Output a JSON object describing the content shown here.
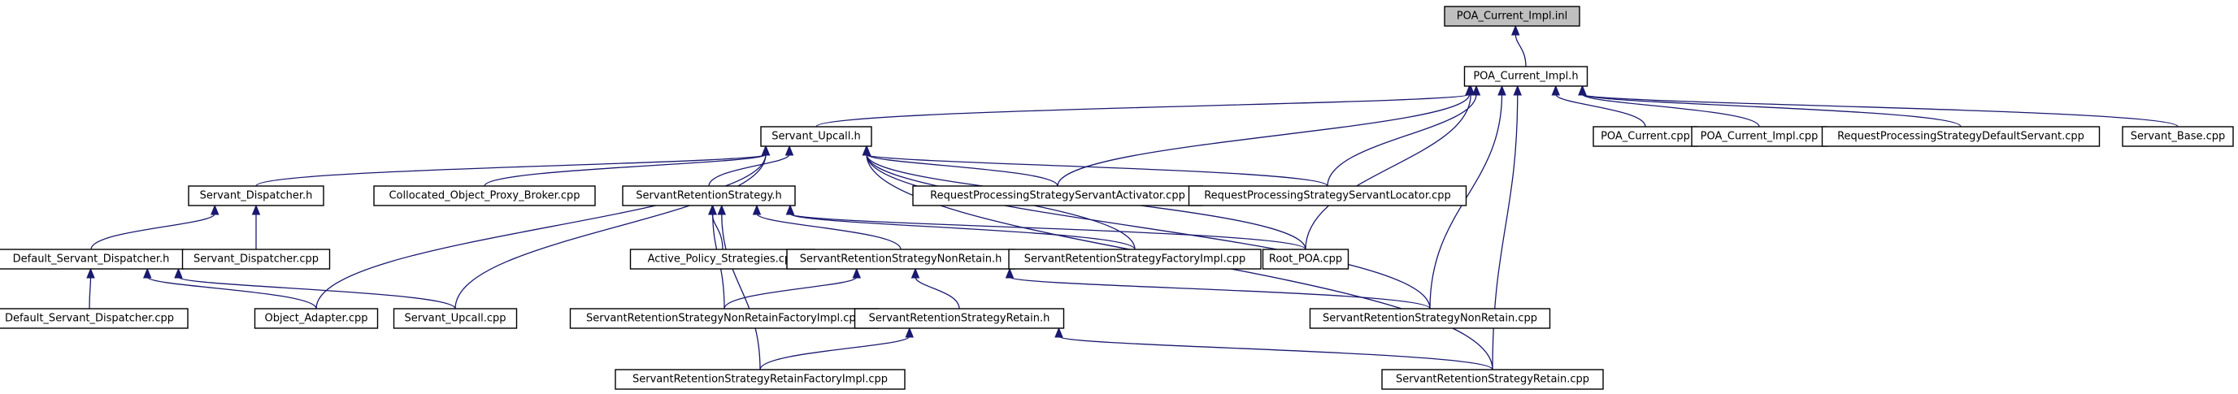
{
  "diagram": {
    "root": "POA_Current_Impl.inl",
    "nodes": [
      {
        "id": "inl",
        "label": "POA_Current_Impl.inl",
        "root": true
      },
      {
        "id": "impl_h",
        "label": "POA_Current_Impl.h"
      },
      {
        "id": "upcall_h",
        "label": "Servant_Upcall.h"
      },
      {
        "id": "poa_current_cpp",
        "label": "POA_Current.cpp"
      },
      {
        "id": "poa_current_impl_cpp",
        "label": "POA_Current_Impl.cpp"
      },
      {
        "id": "rps_default_servant_cpp",
        "label": "RequestProcessingStrategyDefaultServant.cpp"
      },
      {
        "id": "servant_base_cpp",
        "label": "Servant_Base.cpp"
      },
      {
        "id": "dispatcher_h",
        "label": "Servant_Dispatcher.h"
      },
      {
        "id": "collocated_cpp",
        "label": "Collocated_Object_Proxy_Broker.cpp"
      },
      {
        "id": "srs_h",
        "label": "ServantRetentionStrategy.h"
      },
      {
        "id": "rps_activator_cpp",
        "label": "RequestProcessingStrategyServantActivator.cpp"
      },
      {
        "id": "rps_locator_cpp",
        "label": "RequestProcessingStrategyServantLocator.cpp"
      },
      {
        "id": "default_dispatcher_h",
        "label": "Default_Servant_Dispatcher.h"
      },
      {
        "id": "dispatcher_cpp",
        "label": "Servant_Dispatcher.cpp"
      },
      {
        "id": "active_policy_cpp",
        "label": "Active_Policy_Strategies.cpp"
      },
      {
        "id": "srs_nonretain_h",
        "label": "ServantRetentionStrategyNonRetain.h"
      },
      {
        "id": "srs_factory_cpp",
        "label": "ServantRetentionStrategyFactoryImpl.cpp"
      },
      {
        "id": "root_poa_cpp",
        "label": "Root_POA.cpp"
      },
      {
        "id": "default_dispatcher_cpp",
        "label": "Default_Servant_Dispatcher.cpp"
      },
      {
        "id": "object_adapter_cpp",
        "label": "Object_Adapter.cpp"
      },
      {
        "id": "upcall_cpp",
        "label": "Servant_Upcall.cpp"
      },
      {
        "id": "srs_nonretain_factory_cpp",
        "label": "ServantRetentionStrategyNonRetainFactoryImpl.cpp"
      },
      {
        "id": "srs_retain_h",
        "label": "ServantRetentionStrategyRetain.h"
      },
      {
        "id": "srs_nonretain_cpp",
        "label": "ServantRetentionStrategyNonRetain.cpp"
      },
      {
        "id": "srs_retain_factory_cpp",
        "label": "ServantRetentionStrategyRetainFactoryImpl.cpp"
      },
      {
        "id": "srs_retain_cpp",
        "label": "ServantRetentionStrategyRetain.cpp"
      }
    ],
    "edges": [
      {
        "from": "impl_h",
        "to": "inl"
      },
      {
        "from": "upcall_h",
        "to": "impl_h"
      },
      {
        "from": "poa_current_cpp",
        "to": "impl_h"
      },
      {
        "from": "poa_current_impl_cpp",
        "to": "impl_h"
      },
      {
        "from": "rps_default_servant_cpp",
        "to": "impl_h"
      },
      {
        "from": "servant_base_cpp",
        "to": "impl_h"
      },
      {
        "from": "rps_activator_cpp",
        "to": "impl_h"
      },
      {
        "from": "rps_locator_cpp",
        "to": "impl_h"
      },
      {
        "from": "root_poa_cpp",
        "to": "impl_h"
      },
      {
        "from": "srs_nonretain_cpp",
        "to": "impl_h"
      },
      {
        "from": "srs_retain_cpp",
        "to": "impl_h"
      },
      {
        "from": "dispatcher_h",
        "to": "upcall_h"
      },
      {
        "from": "collocated_cpp",
        "to": "upcall_h"
      },
      {
        "from": "srs_h",
        "to": "upcall_h"
      },
      {
        "from": "rps_activator_cpp",
        "to": "upcall_h"
      },
      {
        "from": "rps_locator_cpp",
        "to": "upcall_h"
      },
      {
        "from": "object_adapter_cpp",
        "to": "upcall_h"
      },
      {
        "from": "upcall_cpp",
        "to": "upcall_h"
      },
      {
        "from": "root_poa_cpp",
        "to": "upcall_h"
      },
      {
        "from": "srs_factory_cpp",
        "to": "upcall_h"
      },
      {
        "from": "srs_nonretain_cpp",
        "to": "upcall_h"
      },
      {
        "from": "srs_retain_cpp",
        "to": "upcall_h"
      },
      {
        "from": "default_dispatcher_h",
        "to": "dispatcher_h"
      },
      {
        "from": "dispatcher_cpp",
        "to": "dispatcher_h"
      },
      {
        "from": "default_dispatcher_cpp",
        "to": "default_dispatcher_h"
      },
      {
        "from": "object_adapter_cpp",
        "to": "default_dispatcher_h"
      },
      {
        "from": "upcall_cpp",
        "to": "default_dispatcher_h"
      },
      {
        "from": "active_policy_cpp",
        "to": "srs_h"
      },
      {
        "from": "srs_nonretain_h",
        "to": "srs_h"
      },
      {
        "from": "srs_factory_cpp",
        "to": "srs_h"
      },
      {
        "from": "root_poa_cpp",
        "to": "srs_h"
      },
      {
        "from": "srs_retain_factory_cpp",
        "to": "srs_h"
      },
      {
        "from": "srs_nonretain_factory_cpp",
        "to": "srs_h"
      },
      {
        "from": "srs_nonretain_factory_cpp",
        "to": "srs_nonretain_h"
      },
      {
        "from": "srs_retain_h",
        "to": "srs_nonretain_h"
      },
      {
        "from": "srs_nonretain_cpp",
        "to": "srs_nonretain_h"
      },
      {
        "from": "srs_retain_factory_cpp",
        "to": "srs_retain_h"
      },
      {
        "from": "srs_retain_cpp",
        "to": "srs_retain_h"
      }
    ]
  },
  "colors": {
    "edge": "#191970",
    "node_border": "#000000",
    "root_fill": "#bfbfbf",
    "node_fill": "#ffffff"
  }
}
